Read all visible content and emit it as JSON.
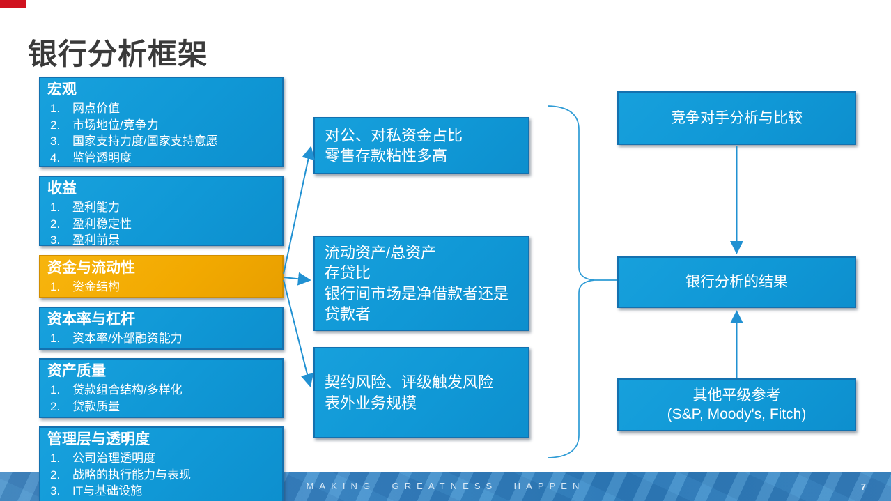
{
  "slide": {
    "title": "银行分析框架",
    "footer_text": "MAKING GREATNESS HAPPEN",
    "page_number": "7"
  },
  "colors": {
    "accent_red": "#D0121F",
    "box_blue_fill": "#1098D6",
    "box_blue_border": "#1471AF",
    "box_orange_fill": "#F2A900",
    "box_orange_border": "#D18E00",
    "connector_blue": "#2191D2",
    "title_color": "#3A3A3A",
    "footer_blue": "#3181BF",
    "footer_text_color": "#D9E9F6"
  },
  "left_column": [
    {
      "heading": "宏观",
      "highlighted": false,
      "items": [
        "网点价值",
        "市场地位/竞争力",
        "国家支持力度/国家支持意愿",
        "监管透明度"
      ]
    },
    {
      "heading": "收益",
      "highlighted": false,
      "items": [
        "盈利能力",
        "盈利稳定性",
        "盈利前景"
      ]
    },
    {
      "heading": "资金与流动性",
      "highlighted": true,
      "items": [
        "资金结构"
      ]
    },
    {
      "heading": "资本率与杠杆",
      "highlighted": false,
      "items": [
        "资本率/外部融资能力"
      ]
    },
    {
      "heading": "资产质量",
      "highlighted": false,
      "items": [
        "贷款组合结构/多样化",
        "贷款质量"
      ]
    },
    {
      "heading": "管理层与透明度",
      "highlighted": false,
      "items": [
        "公司治理透明度",
        "战略的执行能力与表现",
        "IT与基础设施"
      ]
    }
  ],
  "middle_column": [
    {
      "lines": [
        "对公、对私资金占比",
        "零售存款粘性多高"
      ]
    },
    {
      "lines": [
        "流动资产/总资产",
        "存贷比",
        "银行间市场是净借款者还是贷款者"
      ]
    },
    {
      "lines": [
        "契约风险、评级触发风险",
        "表外业务规模"
      ]
    }
  ],
  "right_column": {
    "competitor_box": "竞争对手分析与比较",
    "result_box": "银行分析的结果",
    "peer_box_line1": "其他平级参考",
    "peer_box_line2": "(S&P, Moody's, Fitch)"
  }
}
